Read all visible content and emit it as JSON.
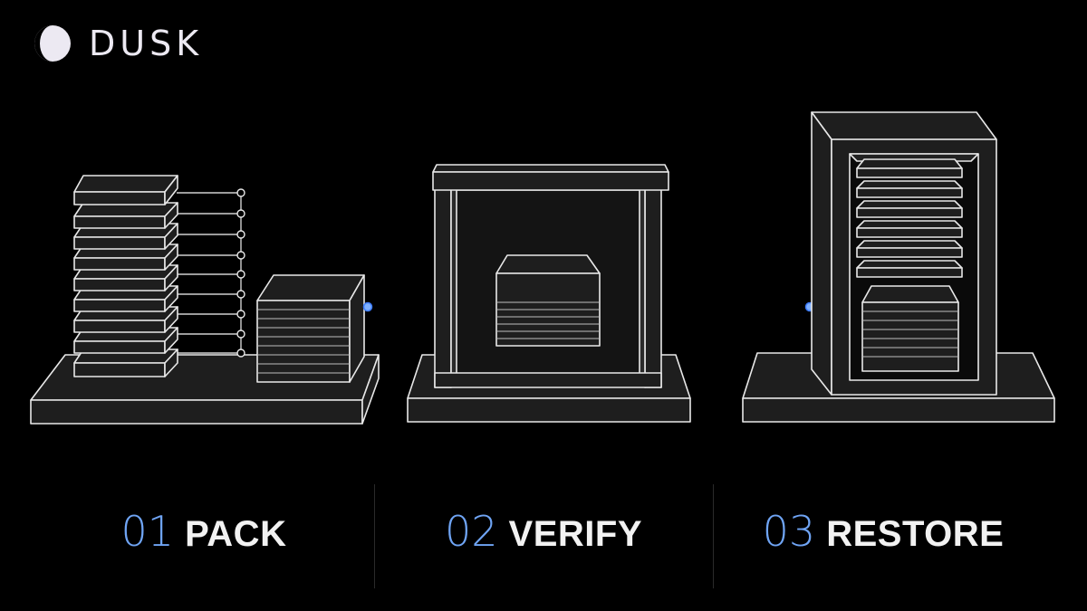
{
  "brand": {
    "name": "DUSK"
  },
  "steps": [
    {
      "number": "01",
      "label": "PACK"
    },
    {
      "number": "02",
      "label": "VERIFY"
    },
    {
      "number": "03",
      "label": "RESTORE"
    }
  ],
  "colors": {
    "background": "#000000",
    "outline": "#e8e8e8",
    "fill": "#1e1e1e",
    "accent": "#6fa4f4",
    "connector": "#3d7cff"
  }
}
